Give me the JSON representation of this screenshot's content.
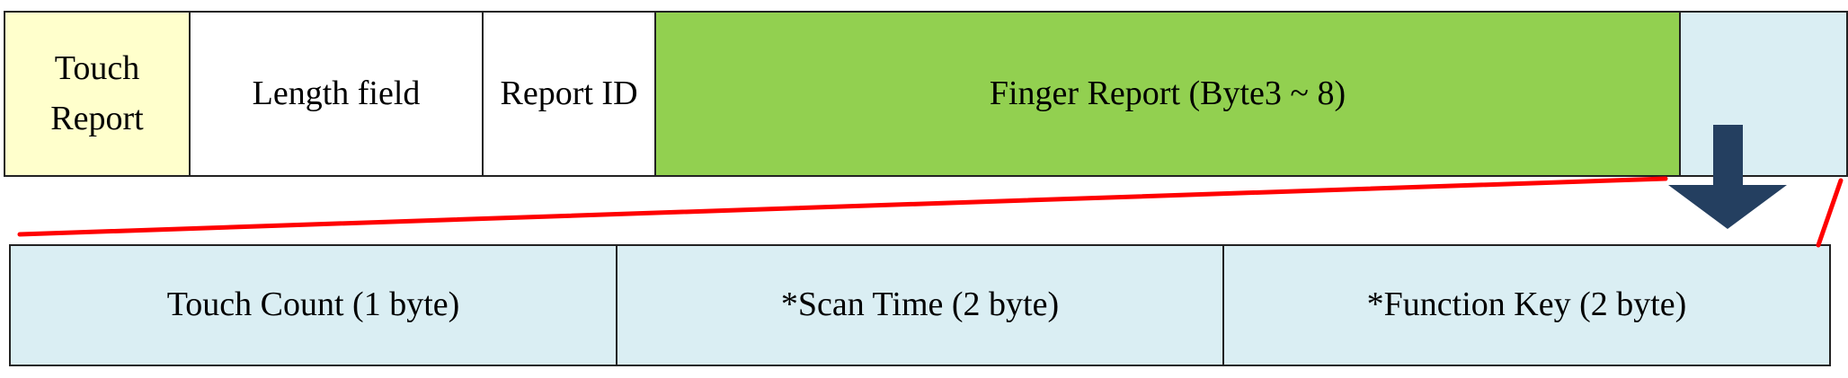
{
  "header_fields": {
    "touch_report_line1": "Touch",
    "touch_report_line2": "Report",
    "length_field": "Length field",
    "report_id": "Report ID",
    "finger_report": "Finger Report (Byte3 ~ 8)",
    "extra": ""
  },
  "detail_fields": {
    "touch_count": "Touch Count (1 byte)",
    "scan_time": "*Scan Time (2 byte)",
    "function_key": "*Function Key (2 byte)"
  },
  "colors": {
    "touch_report_fill": "#FFFFCC",
    "finger_report_fill": "#92D050",
    "detail_fill": "#DAEEF3",
    "connector_line": "#FF0000",
    "arrow": "#243F60",
    "border": "#222222"
  },
  "icons": {
    "expand_arrow": "down-arrow-icon"
  }
}
